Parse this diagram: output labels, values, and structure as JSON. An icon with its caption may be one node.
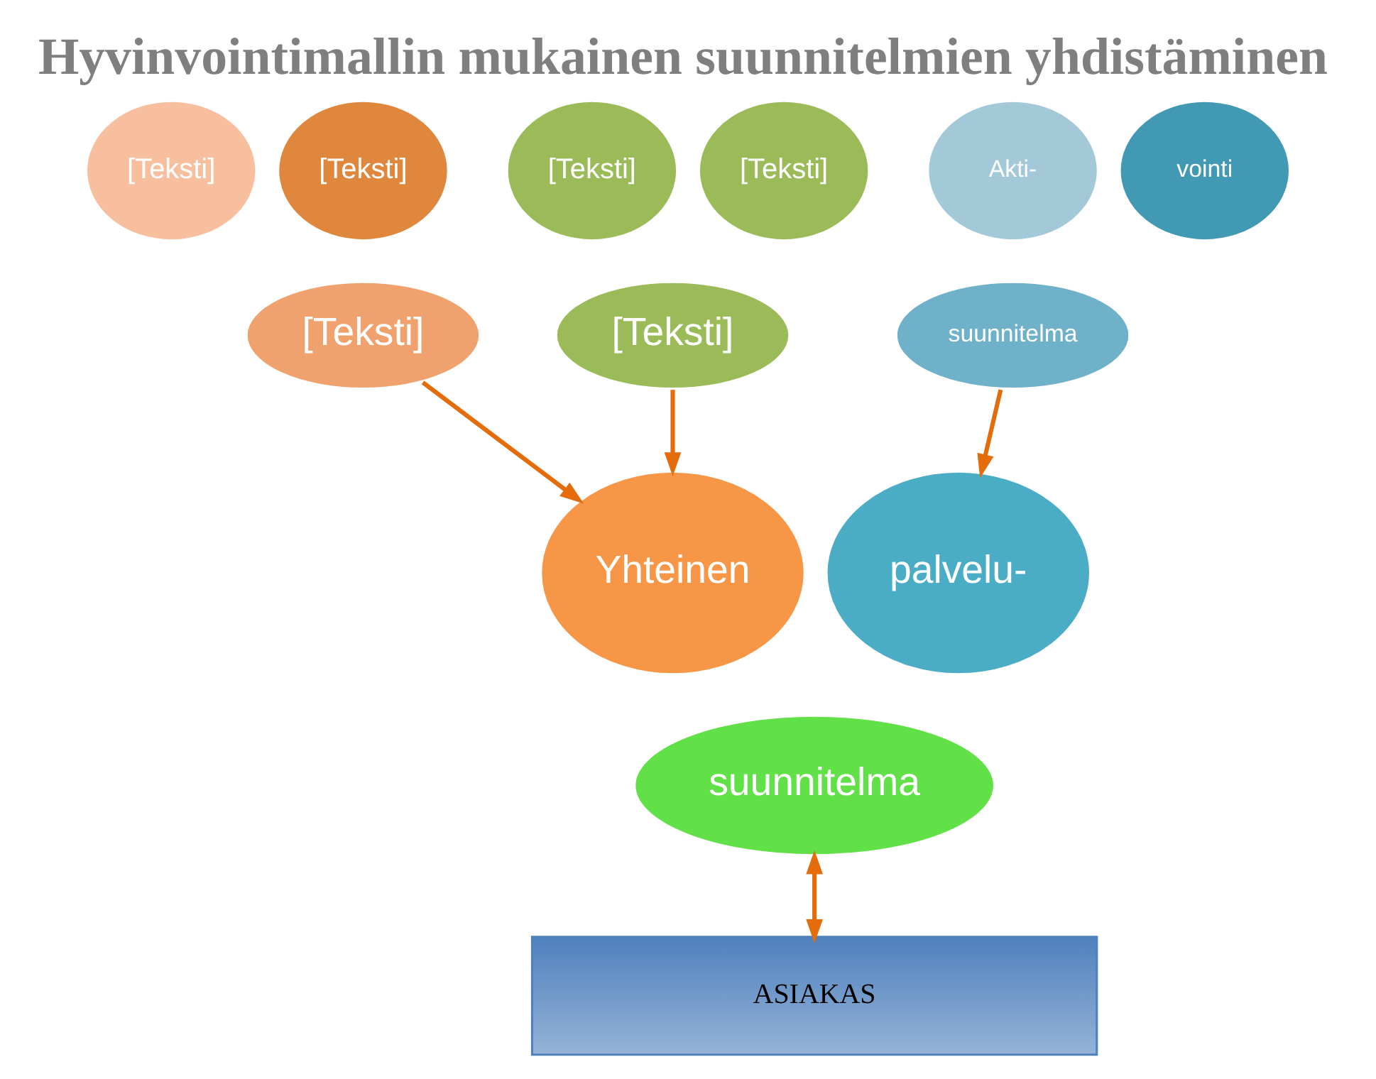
{
  "diagram": {
    "title": "Hyvinvointimallin mukainen suunnitelmien yhdistäminen",
    "nodes": [
      {
        "text": [
          "[Teksti]"
        ]
      },
      {
        "text": [
          "[Teksti]"
        ]
      },
      {
        "text": [
          "[Teksti]"
        ]
      },
      {
        "text": [
          "[Teksti]"
        ]
      },
      {
        "text": [
          "[Teksti]"
        ]
      },
      {
        "text": [
          "[Teksti]"
        ]
      },
      {
        "text": [
          "Akti-"
        ]
      },
      {
        "text": [
          "vointi"
        ]
      },
      {
        "text": [
          "suunnitelma"
        ]
      },
      {
        "text": [
          "Yhteinen"
        ]
      },
      {
        "text": [
          "palvelu-"
        ]
      },
      {
        "text": [
          "suunnitelma"
        ]
      },
      {
        "text": [
          "ASIAKAS"
        ]
      }
    ],
    "edges": [
      {
        "from": 2,
        "to": 9,
        "arrow": "to"
      },
      {
        "from": 5,
        "to": 9,
        "arrow": "to"
      },
      {
        "from": 8,
        "to": 10,
        "arrow": "to"
      },
      {
        "from": 11,
        "to": 12,
        "arrow": "both"
      }
    ]
  }
}
